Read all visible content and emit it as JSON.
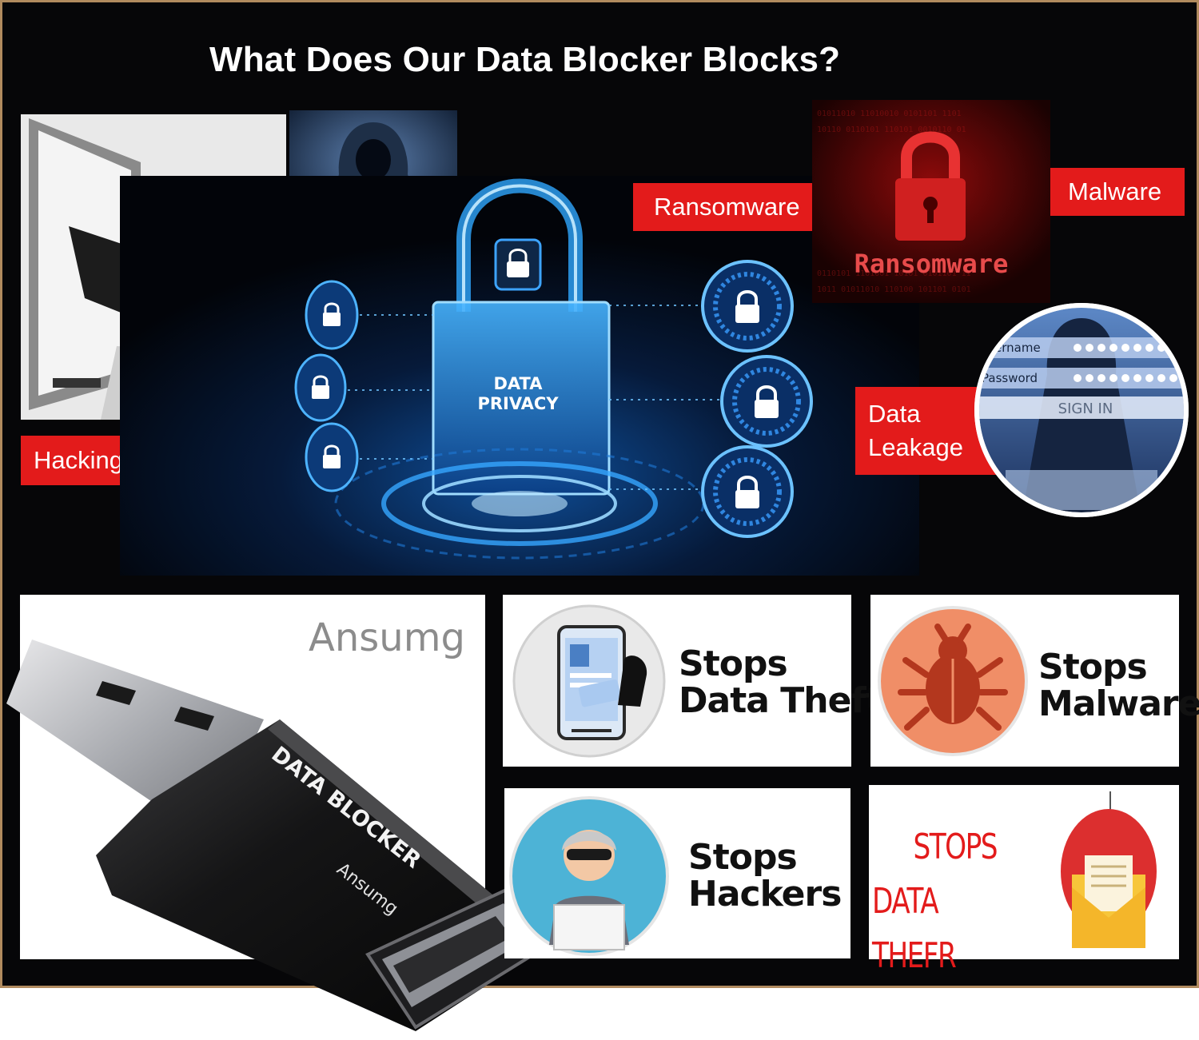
{
  "headline": "What Does Our Data Blocker Blocks?",
  "labels": {
    "hacking": "Hacking",
    "ransomware": "Ransomware",
    "malware": "Malware",
    "data_leakage_line1": "Data",
    "data_leakage_line2": "Leakage"
  },
  "lock_graphic": {
    "line1": "DATA",
    "line2": "PRIVACY"
  },
  "ransomware_image_text": "Ransomware",
  "login_image": {
    "username_label": "ername",
    "password_label": "Password",
    "sign_in": "SIGN IN"
  },
  "brand": "Ansumg",
  "device": {
    "print_main": "DATA BLOCKER",
    "print_brand": "Ansumg"
  },
  "features": [
    {
      "line1": "Stops",
      "line2": "Data Theft"
    },
    {
      "line1": "Stops",
      "line2": "Malware"
    },
    {
      "line1": "Stops",
      "line2": "Hackers"
    },
    {
      "line1": "STOPS",
      "line2": "DATA THEFR"
    }
  ],
  "colors": {
    "accent_red": "#e31b1b",
    "background": "#060608",
    "frame_border": "#b08a5e",
    "glow_blue": "#2fa8ff"
  }
}
